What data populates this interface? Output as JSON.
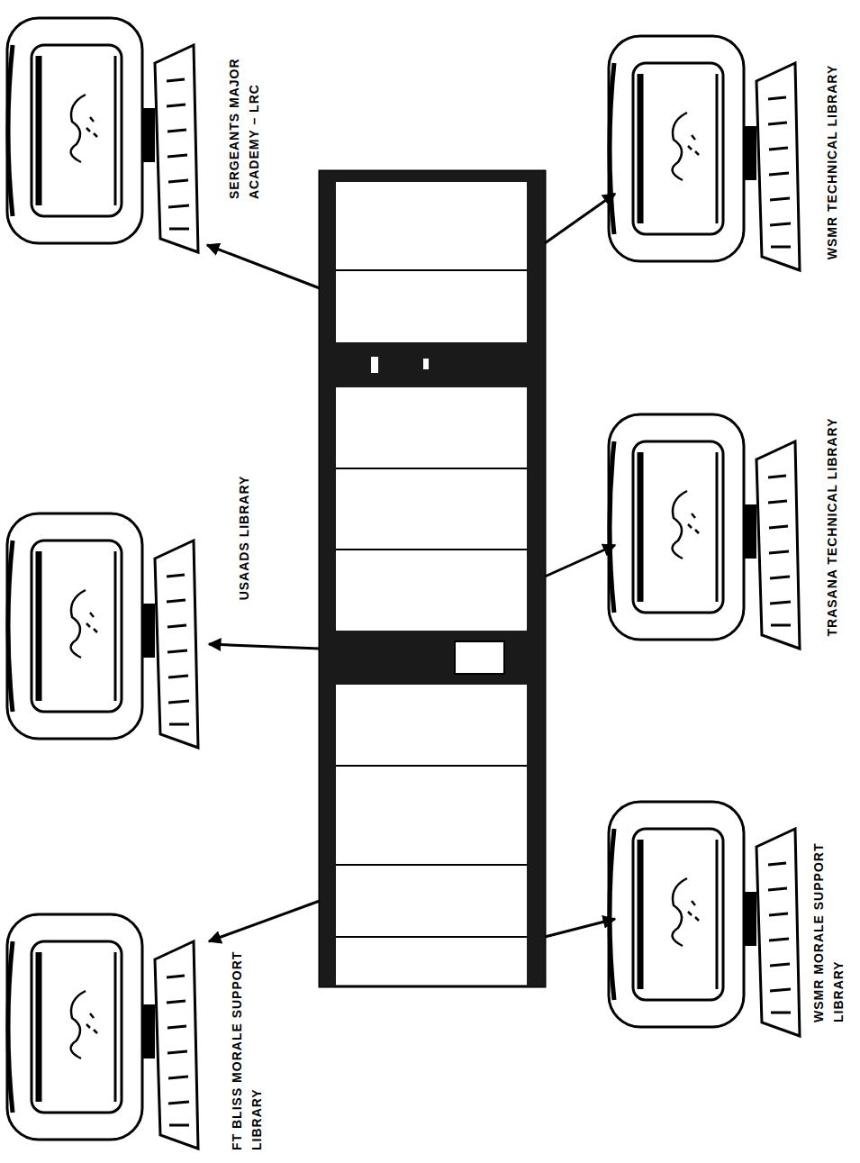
{
  "diagram": {
    "nodes": [
      {
        "text": [
          "FT BLISS MORALE SUPPORT LIBRARY"
        ]
      },
      {
        "text": [
          "USAADS LIBRARY"
        ]
      },
      {
        "text": [
          "SERGEANTS MAJOR ACADEMY – LRC"
        ]
      },
      {
        "text": [
          "WSMR MORALE SUPPORT LIBRARY"
        ]
      },
      {
        "text": [
          "TRASANA TECHNICAL LIBRARY"
        ]
      },
      {
        "text": [
          "WSMR TECHNICAL LIBRARY"
        ]
      }
    ]
  }
}
